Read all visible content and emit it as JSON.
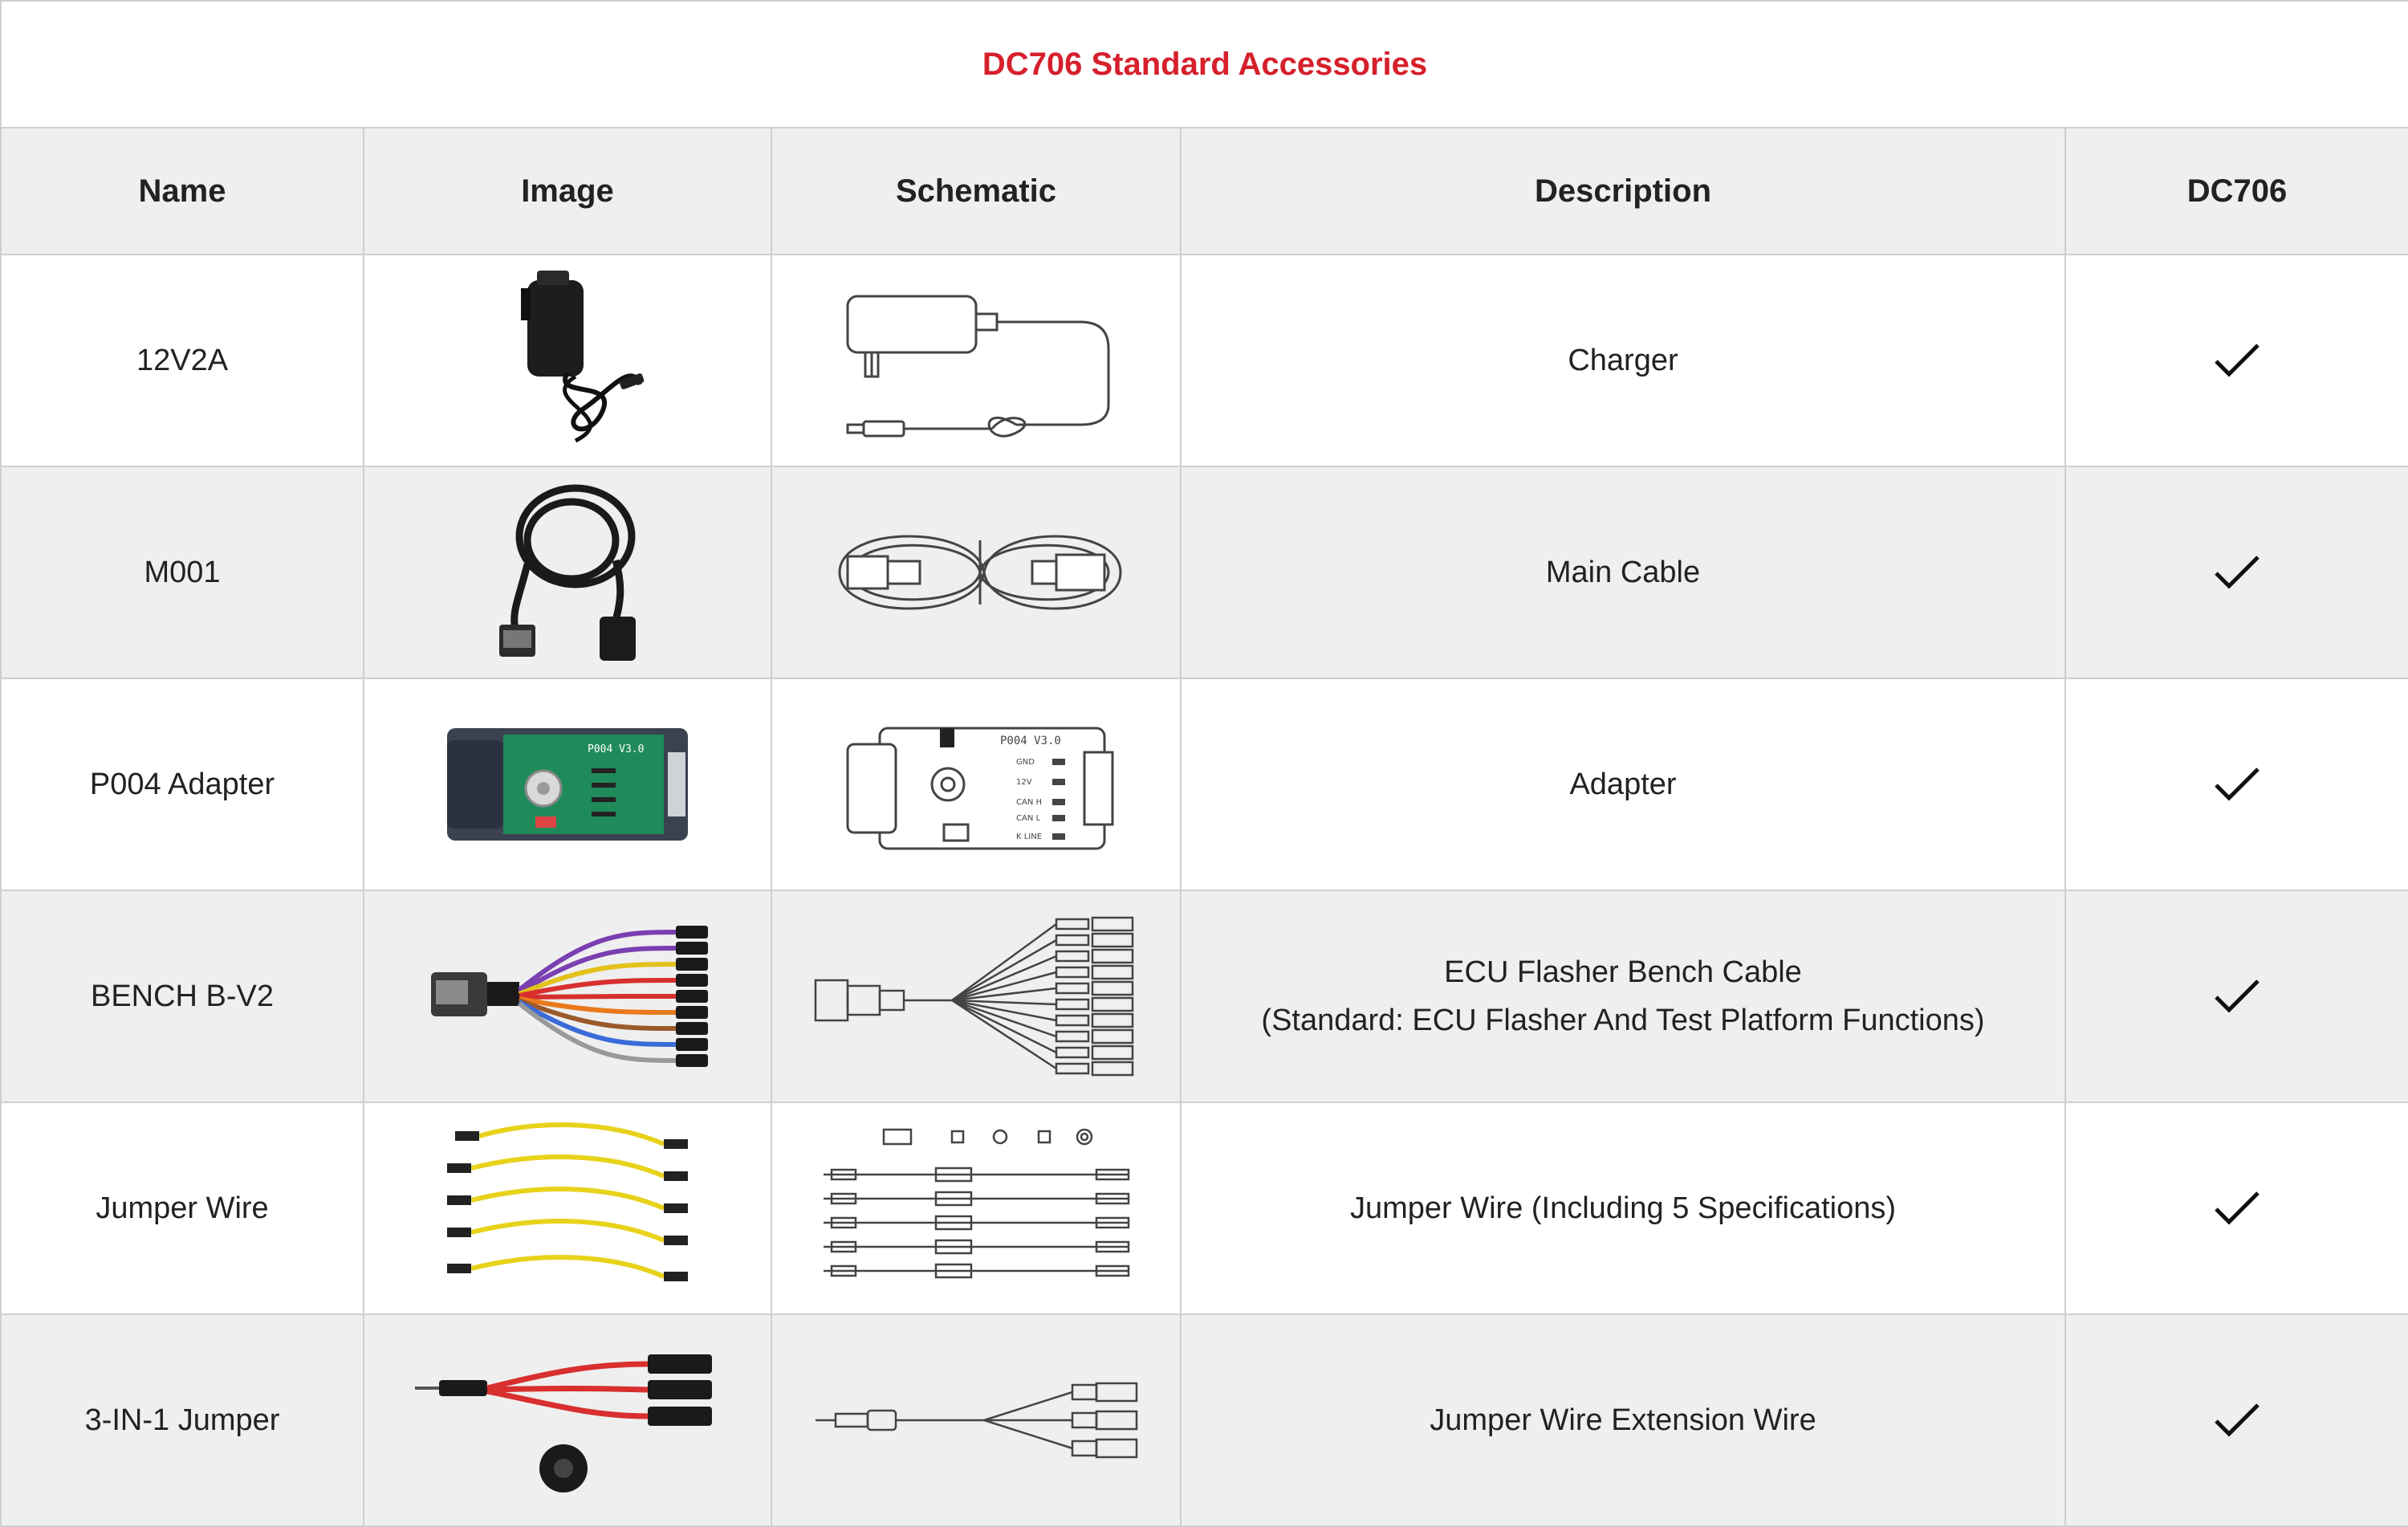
{
  "title": "DC706 Standard Accessories",
  "columns": {
    "name": "Name",
    "image": "Image",
    "schematic": "Schematic",
    "description": "Description",
    "model": "DC706"
  },
  "colors": {
    "title": "#d6202c",
    "header_bg": "#efefef",
    "alt_row_bg": "#efefef",
    "border": "#cfcfcf",
    "text": "#222222"
  },
  "rows": [
    {
      "name": "12V2A",
      "description": "Charger",
      "description_2": "",
      "image_icon": "power-adapter-icon",
      "schematic_icon": "power-adapter-schematic-icon",
      "included": true
    },
    {
      "name": "M001",
      "description": "Main Cable",
      "description_2": "",
      "image_icon": "main-cable-icon",
      "schematic_icon": "main-cable-schematic-icon",
      "included": true
    },
    {
      "name": "P004 Adapter",
      "description": "Adapter",
      "description_2": "",
      "image_icon": "adapter-board-icon",
      "schematic_icon": "adapter-board-schematic-icon",
      "included": true
    },
    {
      "name": "BENCH B-V2",
      "description": "ECU Flasher Bench Cable",
      "description_2": "(Standard: ECU Flasher And Test Platform Functions)",
      "image_icon": "bench-cable-icon",
      "schematic_icon": "bench-cable-schematic-icon",
      "included": true
    },
    {
      "name": "Jumper Wire",
      "description": "Jumper Wire (Including 5 Specifications)",
      "description_2": "",
      "image_icon": "jumper-wires-icon",
      "schematic_icon": "jumper-wires-schematic-icon",
      "included": true
    },
    {
      "name": "3-IN-1 Jumper",
      "description": "Jumper Wire Extension Wire",
      "description_2": "",
      "image_icon": "three-in-one-jumper-icon",
      "schematic_icon": "three-in-one-jumper-schematic-icon",
      "included": true
    }
  ],
  "schematic_labels": {
    "p004_board": "P004 V3.0",
    "pins": [
      "GND",
      "12V",
      "CAN H",
      "CAN L",
      "K LINE"
    ]
  },
  "image_labels": {
    "p004_board": "P004 V3.0"
  }
}
